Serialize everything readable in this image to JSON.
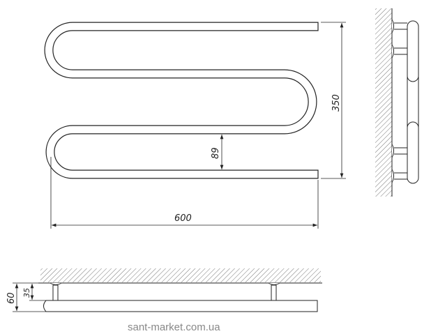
{
  "drawing": {
    "front_view": {
      "height_label": "350",
      "gap_label": "89",
      "width_label": "600"
    },
    "bottom_view": {
      "depth_label": "60",
      "offset_label": "35"
    },
    "watermark": "sant-market.com.ua"
  }
}
